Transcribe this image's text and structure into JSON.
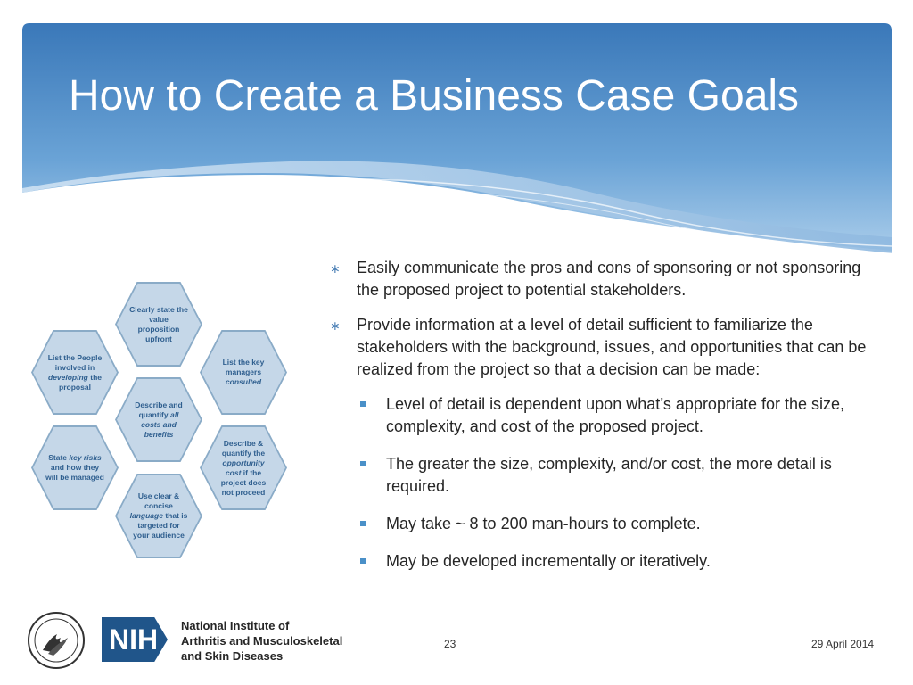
{
  "slide": {
    "title": "How to Create a Business Case Goals",
    "page_number": "23",
    "date": "29 April 2014"
  },
  "hexagons": [
    {
      "html": "Clearly state the value proposition upfront"
    },
    {
      "html": "List the People involved in <i>developing</i> the proposal"
    },
    {
      "html": "List the key managers <i>consulted</i>"
    },
    {
      "html": "Describe and quantify <i>all costs and benefits</i>"
    },
    {
      "html": "State <i>key risks</i> and how they will be managed"
    },
    {
      "html": "Describe &amp; quantify the <i>opportunity cost</i> if the project does not proceed"
    },
    {
      "html": "Use clear &amp; concise <i>language</i> that is targeted for your audience"
    }
  ],
  "bullets": [
    {
      "text": "Easily communicate the pros and cons of sponsoring or not sponsoring the proposed project to potential stakeholders."
    },
    {
      "text": "Provide information at a level of detail sufficient to familiarize the stakeholders with the background, issues, and opportunities that can be realized from the project so that a decision can be made:"
    }
  ],
  "subbullets": [
    {
      "text": "Level of detail is dependent upon what’s appropriate for the size, complexity, and cost of the proposed project."
    },
    {
      "text": "The greater the size, complexity, and/or cost, the more detail is required."
    },
    {
      "text": "May take ~ 8 to 200 man-hours to complete."
    },
    {
      "text": "May be developed incrementally or iteratively."
    }
  ],
  "footer": {
    "nih_label": "NIH",
    "institute_lines": [
      "National Institute of",
      "Arthritis and Musculoskeletal",
      "and Skin Diseases"
    ]
  },
  "theme": {
    "header_blue_dark": "#3d7fc0",
    "header_blue_light": "#9ec3e6",
    "bullet_color": "#4a90c8",
    "hex_fill": "#c5d7e8",
    "hex_text": "#2f5f8f"
  },
  "icons": {
    "first_level_bullet": "asterisk-bullet-icon",
    "second_level_bullet": "square-bullet-icon",
    "hhs_seal": "hhs-eagle-seal-icon"
  }
}
